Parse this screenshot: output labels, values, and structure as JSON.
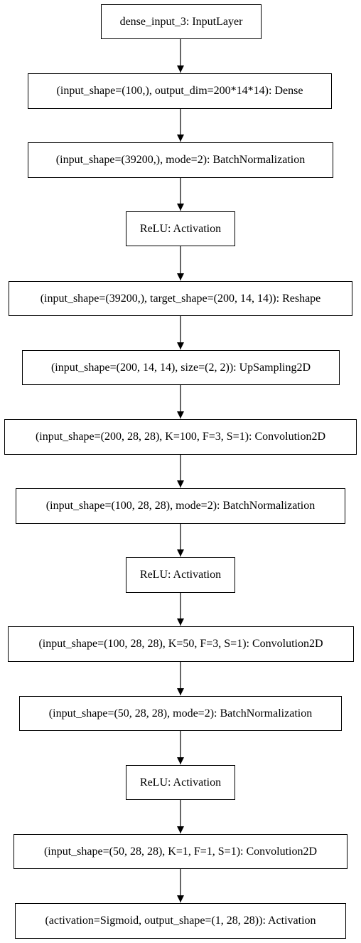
{
  "nodes": [
    {
      "label": "dense_input_3: InputLayer"
    },
    {
      "label": "(input_shape=(100,), output_dim=200*14*14): Dense"
    },
    {
      "label": "(input_shape=(39200,), mode=2): BatchNormalization"
    },
    {
      "label": "ReLU: Activation"
    },
    {
      "label": "(input_shape=(39200,), target_shape=(200, 14, 14)): Reshape"
    },
    {
      "label": "(input_shape=(200, 14, 14), size=(2, 2)): UpSampling2D"
    },
    {
      "label": "(input_shape=(200, 28, 28), K=100, F=3, S=1): Convolution2D"
    },
    {
      "label": "(input_shape=(100, 28, 28), mode=2): BatchNormalization"
    },
    {
      "label": "ReLU: Activation"
    },
    {
      "label": "(input_shape=(100, 28, 28), K=50, F=3, S=1): Convolution2D"
    },
    {
      "label": "(input_shape=(50, 28, 28), mode=2): BatchNormalization"
    },
    {
      "label": "ReLU: Activation"
    },
    {
      "label": "(input_shape=(50, 28, 28), K=1, F=1, S=1): Convolution2D"
    },
    {
      "label": "(activation=Sigmoid, output_shape=(1, 28, 28)): Activation"
    }
  ],
  "colors": {
    "stroke": "#000000",
    "fill": "#ffffff"
  }
}
